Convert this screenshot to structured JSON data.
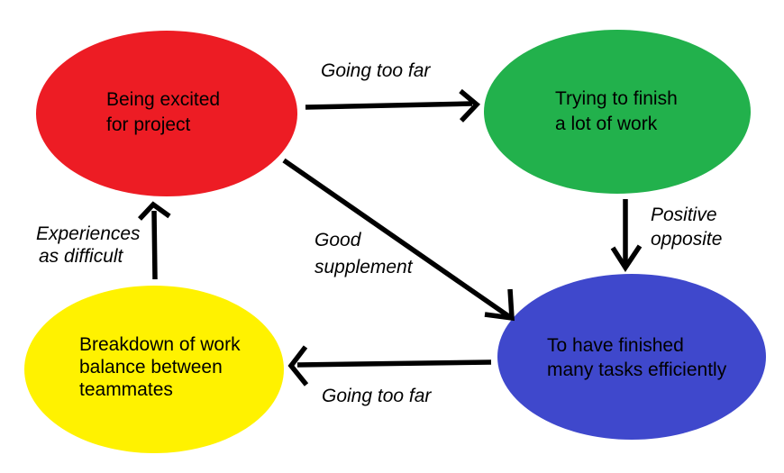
{
  "diagram": {
    "background_color": "#ffffff",
    "line_color": "#000000",
    "nodes": {
      "excited": {
        "color": "#ed1c24",
        "line1": "Being excited",
        "line2": "for project"
      },
      "trying": {
        "color": "#22b14c",
        "line1": "Trying to finish",
        "line2": "a lot of work"
      },
      "finished": {
        "color": "#3f48cc",
        "line1": "To have finished",
        "line2": "many tasks efficiently"
      },
      "breakdown": {
        "color": "#fff200",
        "line1": "Breakdown of work",
        "line2": "balance between",
        "line3": "teammates"
      }
    },
    "edges": {
      "excited_to_trying": {
        "label": "Going too far"
      },
      "trying_to_finished": {
        "label_line1": "Positive",
        "label_line2": "opposite"
      },
      "finished_to_breakdown": {
        "label": "Going too far"
      },
      "breakdown_to_excited": {
        "label_line1": "Experiences",
        "label_line2": "as difficult"
      },
      "excited_to_finished": {
        "label_line1": "Good",
        "label_line2": "supplement"
      }
    }
  }
}
